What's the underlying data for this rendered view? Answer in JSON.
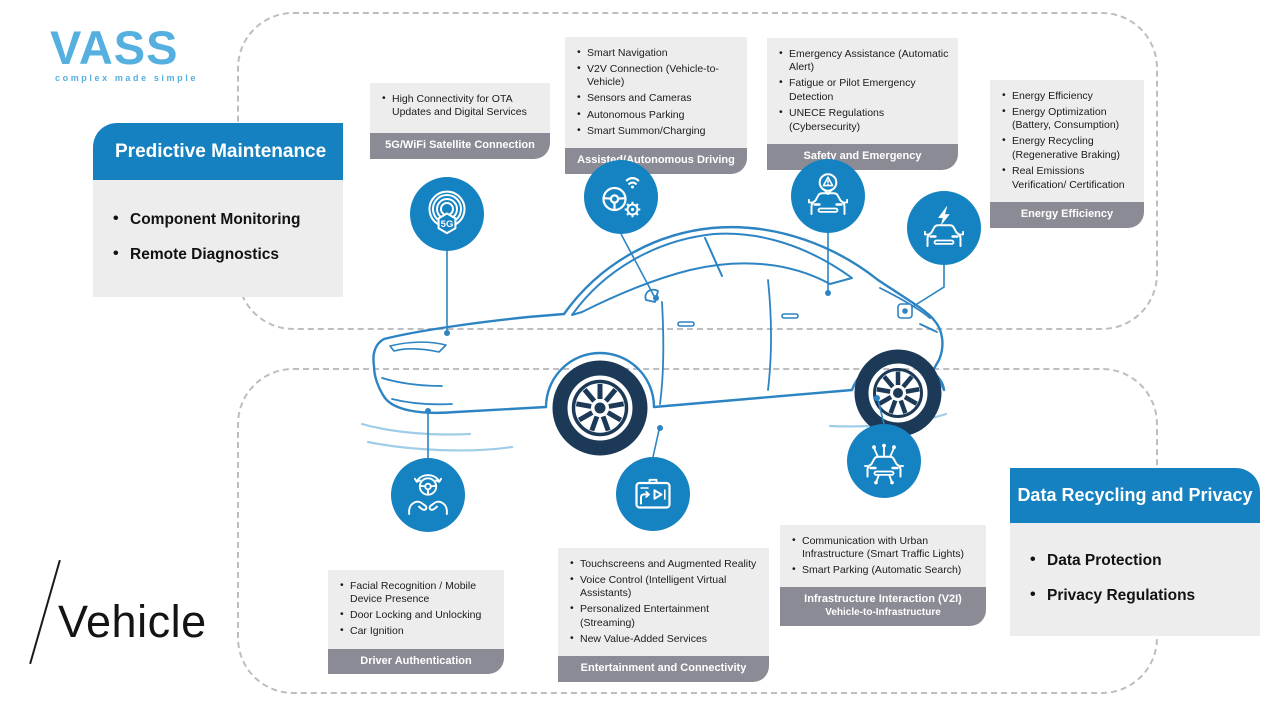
{
  "brand": {
    "name": "VASS",
    "tagline": "complex made simple"
  },
  "page": {
    "title": "Vehicle"
  },
  "panels": {
    "predictive_maintenance": {
      "title": "Predictive Maintenance",
      "items": [
        "Component Monitoring",
        "Remote Diagnostics"
      ]
    },
    "data_privacy": {
      "title": "Data Recycling and Privacy",
      "items": [
        "Data Protection",
        "Privacy Regulations"
      ]
    }
  },
  "callouts": {
    "connection": {
      "label": "5G/WiFi Satellite Connection",
      "badge": "5G",
      "icon": "5g-signal-icon",
      "items": [
        "High Connectivity for OTA Updates and Digital Services"
      ]
    },
    "autonomous": {
      "label": "Assisted/Autonomous Driving",
      "icon": "autonomous-steering-icon",
      "items": [
        "Smart Navigation",
        "V2V Connection (Vehicle-to-Vehicle)",
        "Sensors and Cameras",
        "Autonomous Parking",
        "Smart Summon/Charging"
      ]
    },
    "safety": {
      "label": "Safety and Emergency",
      "icon": "car-alert-icon",
      "items": [
        "Emergency Assistance (Automatic Alert)",
        "Fatigue or Pilot Emergency Detection",
        "UNECE Regulations (Cybersecurity)"
      ]
    },
    "energy": {
      "label": "Energy Efficiency",
      "icon": "car-energy-icon",
      "items": [
        "Energy Efficiency",
        "Energy Optimization (Battery, Consumption)",
        "Energy Recycling (Regenerative Braking)",
        "Real Emissions Verification/ Certification"
      ]
    },
    "driver": {
      "label": "Driver Authentication",
      "icon": "hands-steering-icon",
      "items": [
        "Facial Recognition / Mobile Device Presence",
        "Door Locking and Unlocking",
        "Car Ignition"
      ]
    },
    "entertainment": {
      "label": "Entertainment and Connectivity",
      "icon": "infotainment-screen-icon",
      "items": [
        "Touchscreens and Augmented Reality",
        "Voice Control (Intelligent Virtual Assistants)",
        "Personalized Entertainment (Streaming)",
        "New Value-Added Services"
      ]
    },
    "infrastructure": {
      "label": "Infrastructure Interaction (V2I)",
      "sublabel": "Vehicle-to-Infrastructure",
      "icon": "car-network-icon",
      "items": [
        "Communication with Urban Infrastructure (Smart Traffic Lights)",
        "Smart Parking (Automatic Search)"
      ]
    }
  },
  "colors": {
    "brand_blue": "#1581c0",
    "logo_blue": "#55b0e0",
    "label_gray": "#8b8b96",
    "panel_gray": "#ededee",
    "car_blue": "#2d84c3",
    "wheel_navy": "#1c3a57"
  }
}
